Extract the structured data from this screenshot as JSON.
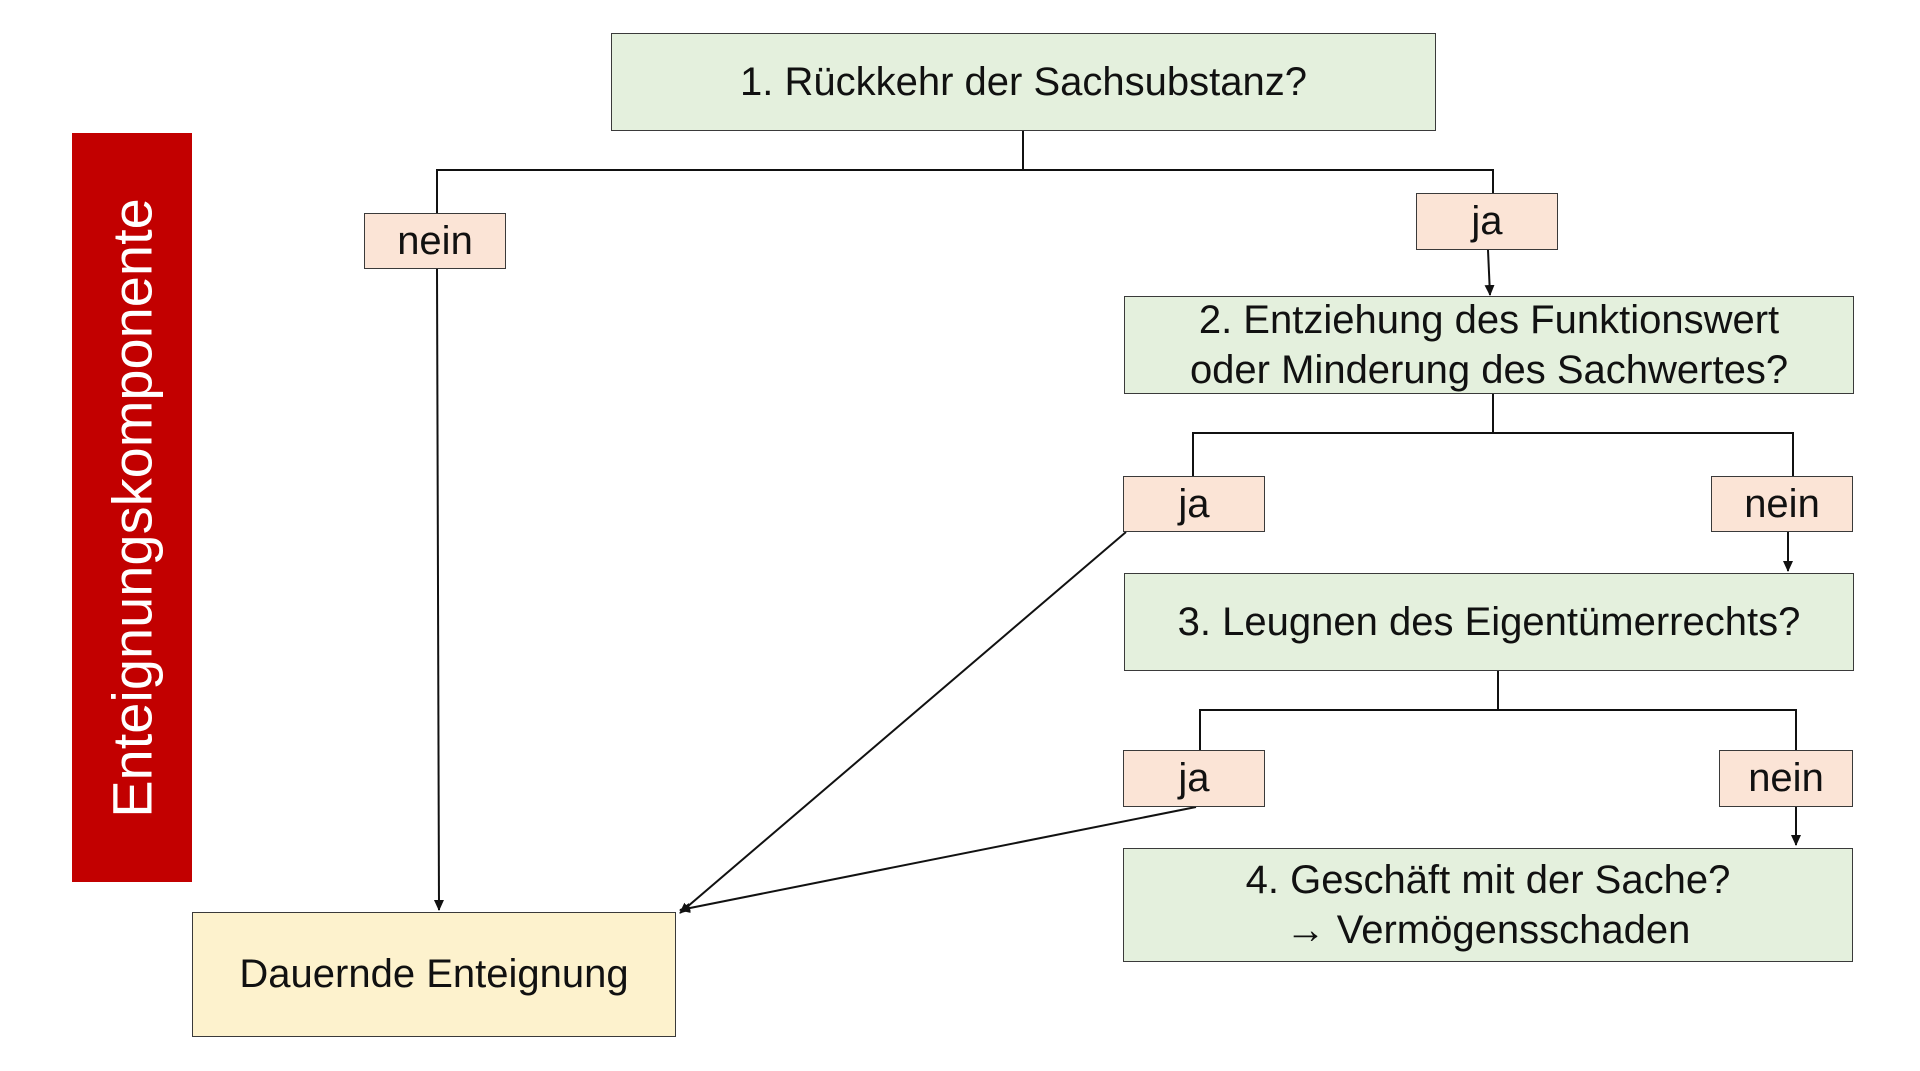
{
  "sidebar": {
    "title": "Enteignungskomponente",
    "color": "#c20000"
  },
  "colors": {
    "question_fill": "#e4f0dd",
    "answer_fill": "#fbe4d6",
    "result_fill": "#fdf2cd",
    "line": "#111111"
  },
  "questions": {
    "q1": "1. Rückkehr der Sachsubstanz?",
    "q2_line1": "2. Entziehung des Funktionswert",
    "q2_line2": "oder Minderung des Sachwertes?",
    "q3": "3. Leugnen des Eigentümerrechts?",
    "q4_line1": "4. Geschäft mit der Sache?",
    "q4_line2": "→ Vermögensschaden"
  },
  "answers": {
    "q1_no": "nein",
    "q1_yes": "ja",
    "q2_yes": "ja",
    "q2_no": "nein",
    "q3_yes": "ja",
    "q3_no": "nein"
  },
  "result": {
    "label": "Dauernde Enteignung"
  }
}
